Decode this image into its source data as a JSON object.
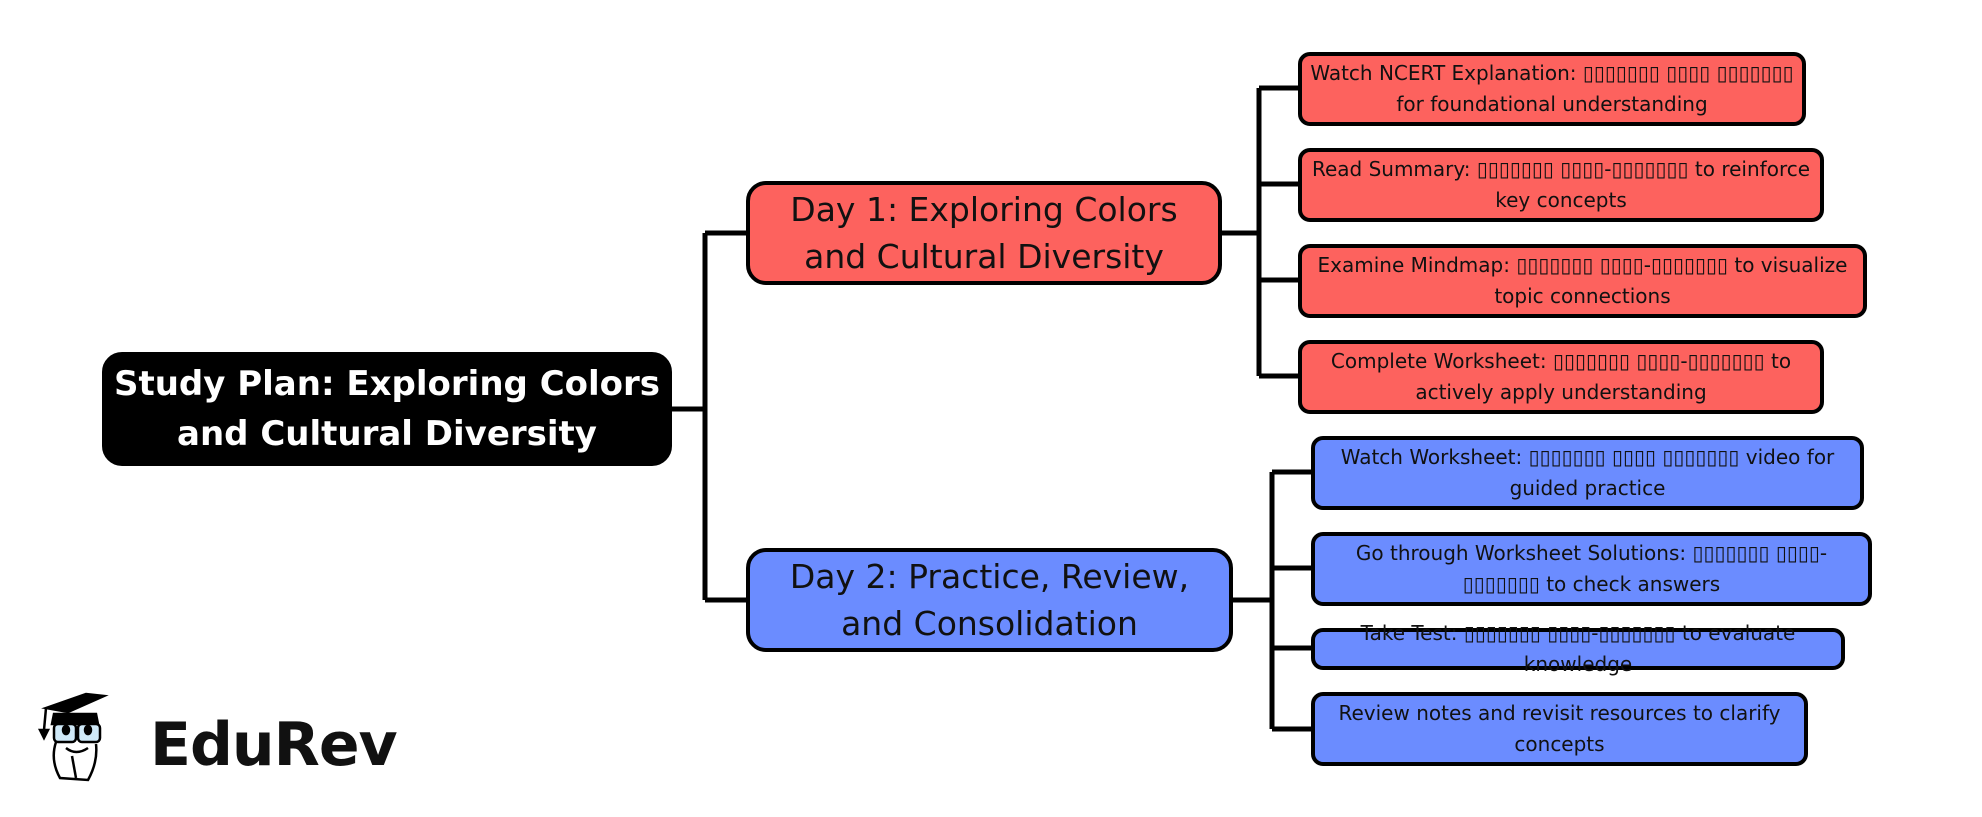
{
  "root": {
    "label": "Study Plan: Exploring Colors and Cultural Diversity"
  },
  "days": [
    {
      "label": "Day 1: Exploring Colors and Cultural Diversity",
      "color": "#fd625e",
      "items": [
        "Watch NCERT Explanation: ▯▯▯▯▯▯▯ ▯▯▯▯ ▯▯▯▯▯▯▯ for foundational understanding",
        "Read Summary: ▯▯▯▯▯▯▯ ▯▯▯▯-▯▯▯▯▯▯▯ to reinforce key concepts",
        "Examine Mindmap: ▯▯▯▯▯▯▯ ▯▯▯▯-▯▯▯▯▯▯▯ to visualize topic connections",
        "Complete Worksheet: ▯▯▯▯▯▯▯ ▯▯▯▯-▯▯▯▯▯▯▯ to actively apply understanding"
      ]
    },
    {
      "label": "Day 2: Practice, Review, and Consolidation",
      "color": "#6b8cff",
      "items": [
        "Watch Worksheet: ▯▯▯▯▯▯▯ ▯▯▯▯ ▯▯▯▯▯▯▯ video for guided practice",
        "Go through Worksheet Solutions: ▯▯▯▯▯▯▯ ▯▯▯▯-▯▯▯▯▯▯▯ to check answers",
        "Take Test: ▯▯▯▯▯▯▯ ▯▯▯▯-▯▯▯▯▯▯▯ to evaluate knowledge",
        "Review notes and revisit resources to clarify concepts"
      ]
    }
  ],
  "logo": {
    "text": "EduRev",
    "icon": "graduation-cap-student-icon"
  }
}
